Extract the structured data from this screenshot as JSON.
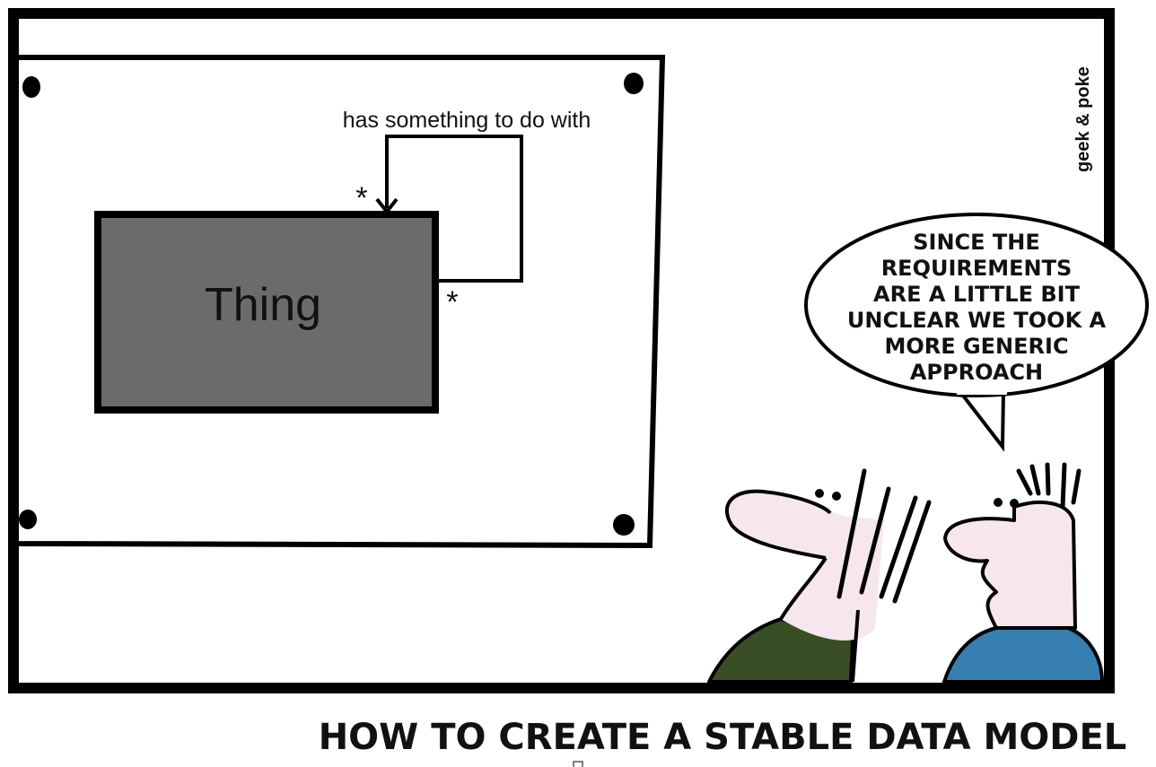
{
  "comic": {
    "signature": "geek & poke",
    "diagram": {
      "entity_label": "Thing",
      "relation_label": "has something to do with",
      "multiplicity_source": "*",
      "multiplicity_target": "*"
    },
    "speech_bubble": {
      "lines": [
        "SINCE THE",
        "REQUIREMENTS",
        "ARE A LITTLE BIT",
        "UNCLEAR WE TOOK A",
        "MORE GENERIC",
        "APPROACH"
      ]
    },
    "caption": "HOW TO CREATE A STABLE DATA MODEL",
    "colors": {
      "entity_fill": "#6b6b6e",
      "skin": "#f7e6ee",
      "left_shirt": "#3a4e26",
      "right_shirt": "#377fb1"
    }
  }
}
